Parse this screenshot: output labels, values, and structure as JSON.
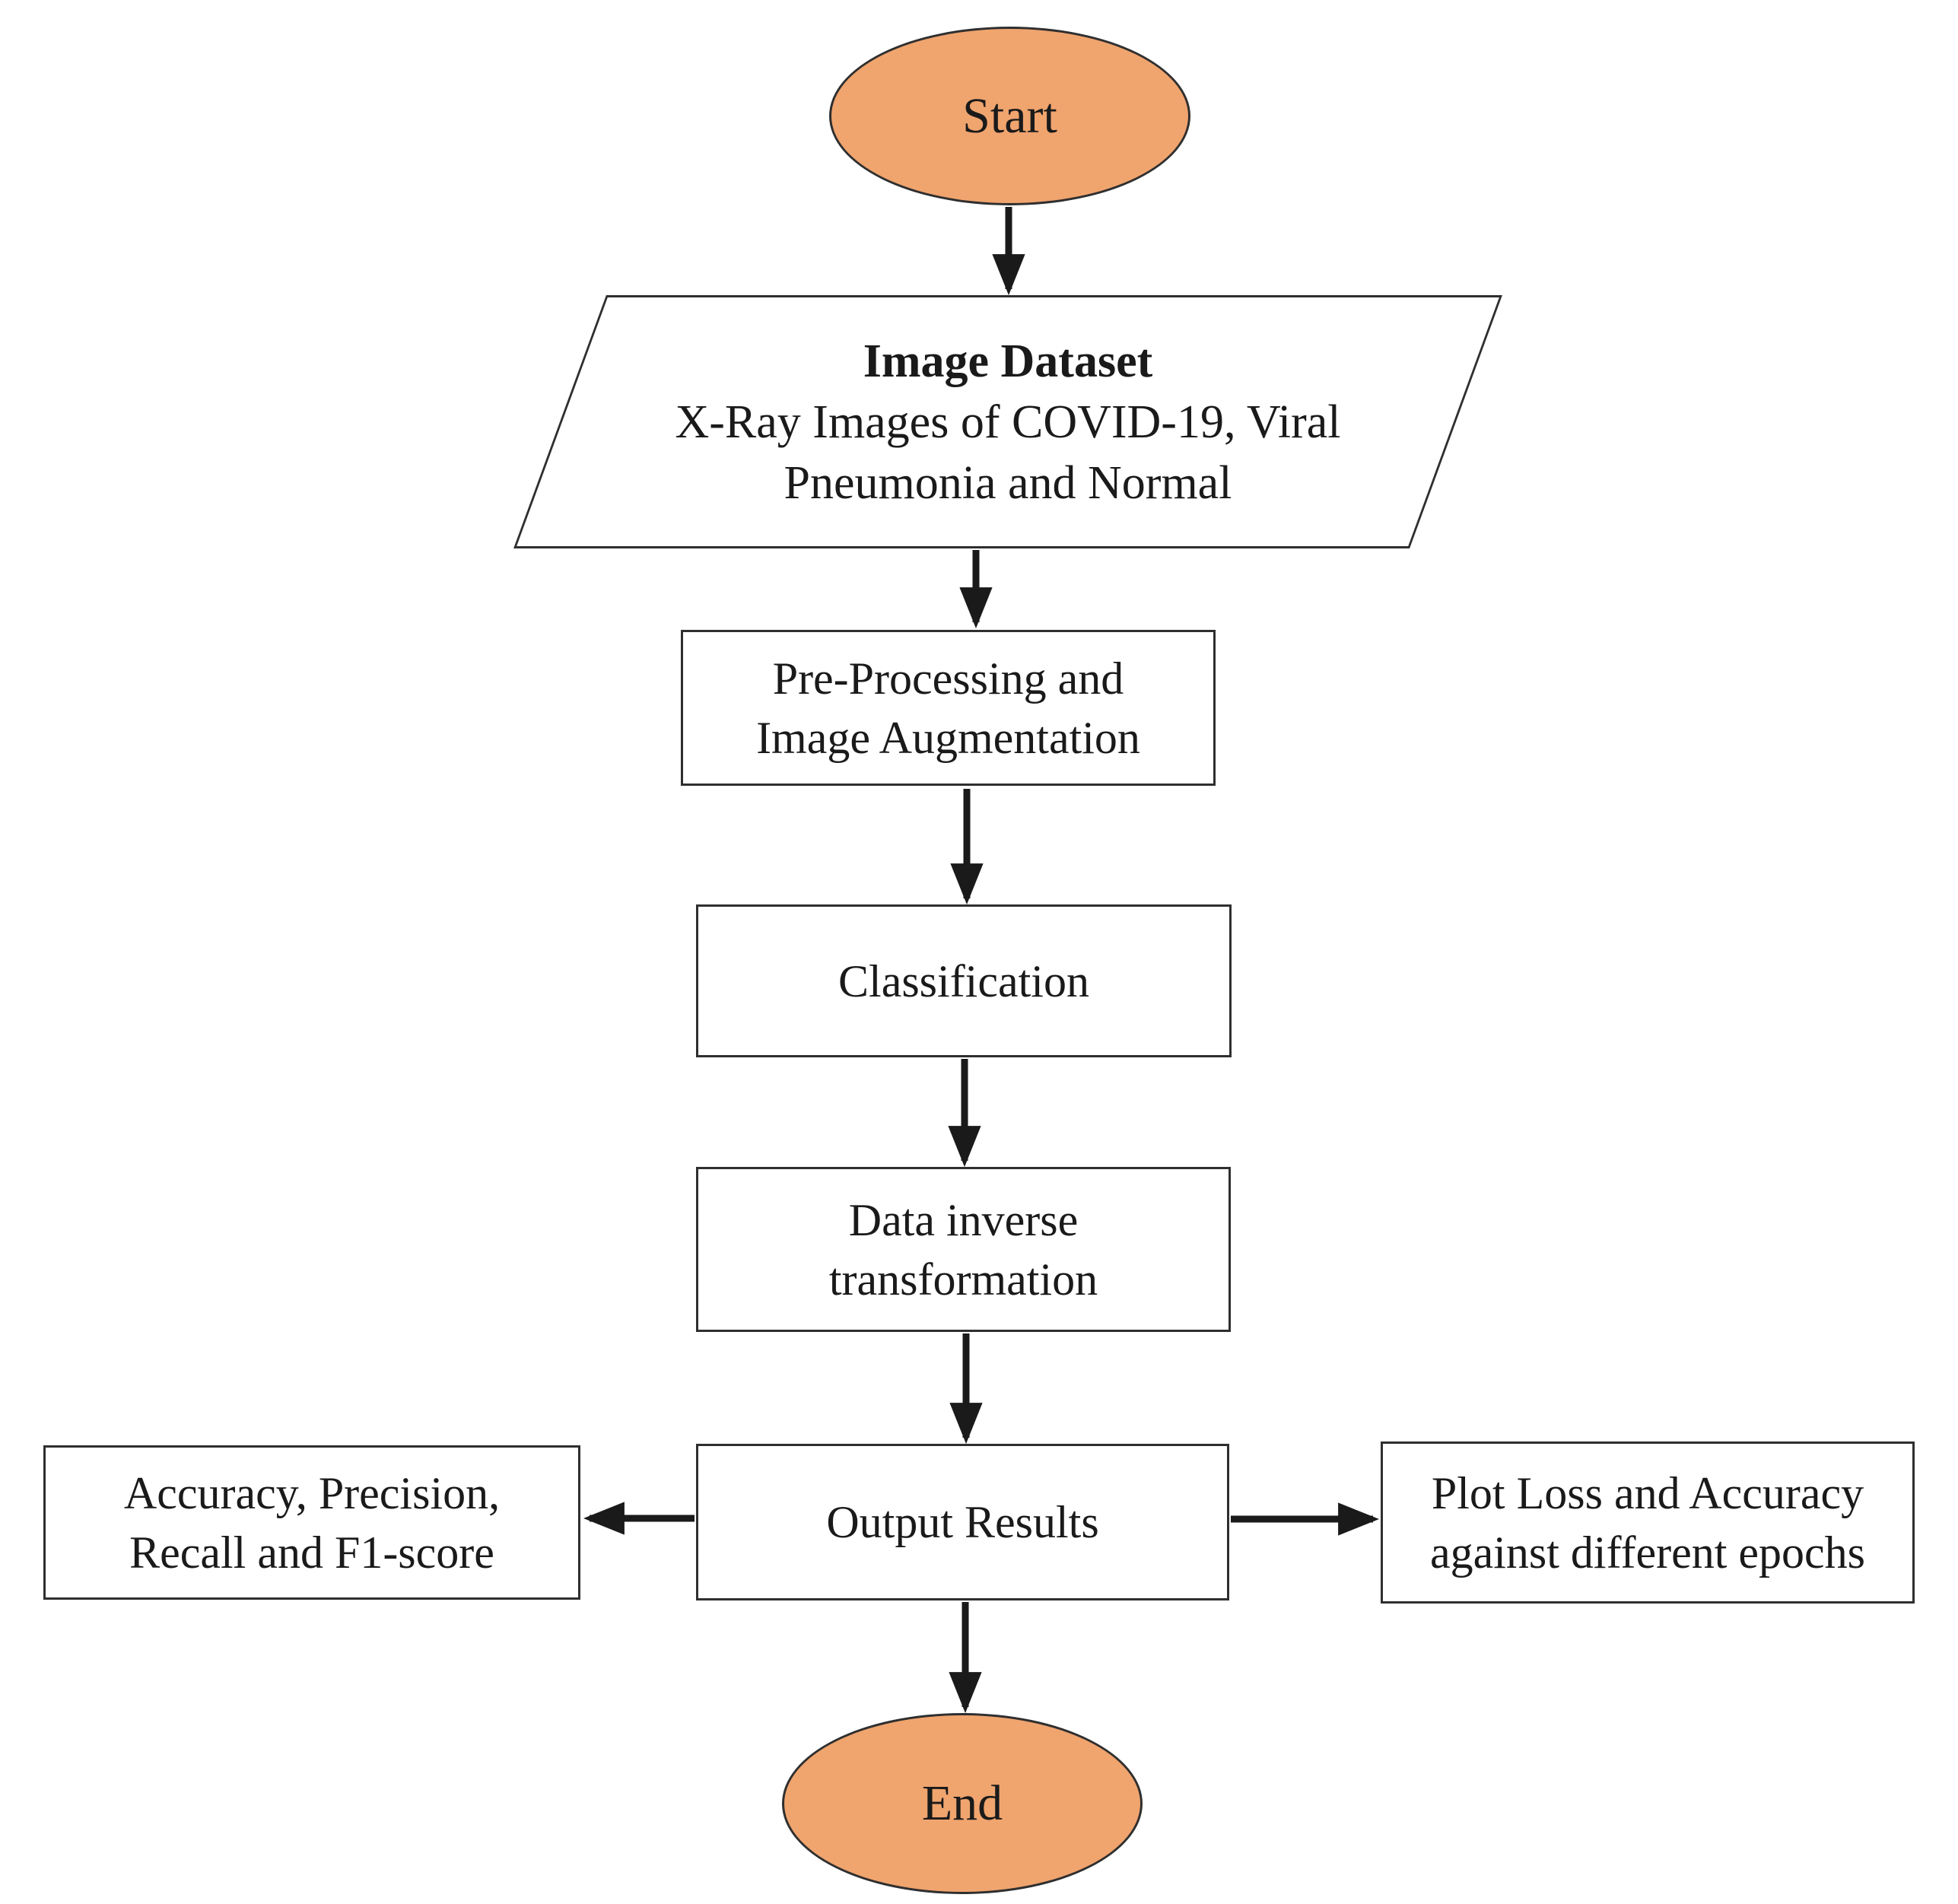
{
  "diagram": {
    "type": "flowchart",
    "colors": {
      "background": "#ffffff",
      "terminator_fill": "#F0A46E",
      "shape_stroke": "#2f2f2f",
      "arrow": "#1a1a1a"
    },
    "nodes": {
      "start": {
        "shape": "ellipse",
        "label": "Start"
      },
      "dataset": {
        "shape": "parallelogram",
        "title": "Image Dataset",
        "lines": [
          "X-Ray Images of COVID-19, Viral",
          "Pneumonia and Normal"
        ]
      },
      "preprocessing": {
        "shape": "rect",
        "lines": [
          "Pre-Processing and",
          "Image Augmentation"
        ]
      },
      "classification": {
        "shape": "rect",
        "lines": [
          "Classification"
        ]
      },
      "inverse_transform": {
        "shape": "rect",
        "lines": [
          "Data inverse",
          "transformation"
        ]
      },
      "output_results": {
        "shape": "rect",
        "lines": [
          "Output Results"
        ]
      },
      "metrics": {
        "shape": "rect",
        "lines": [
          "Accuracy, Precision,",
          "Recall and F1-score"
        ]
      },
      "plot": {
        "shape": "rect",
        "lines": [
          "Plot Loss and Accuracy",
          "against different epochs"
        ]
      },
      "end": {
        "shape": "ellipse",
        "label": "End"
      }
    },
    "edges": [
      {
        "from": "start",
        "to": "dataset"
      },
      {
        "from": "dataset",
        "to": "preprocessing"
      },
      {
        "from": "preprocessing",
        "to": "classification"
      },
      {
        "from": "classification",
        "to": "inverse_transform"
      },
      {
        "from": "inverse_transform",
        "to": "output_results"
      },
      {
        "from": "output_results",
        "to": "metrics"
      },
      {
        "from": "output_results",
        "to": "plot"
      },
      {
        "from": "output_results",
        "to": "end"
      }
    ]
  }
}
